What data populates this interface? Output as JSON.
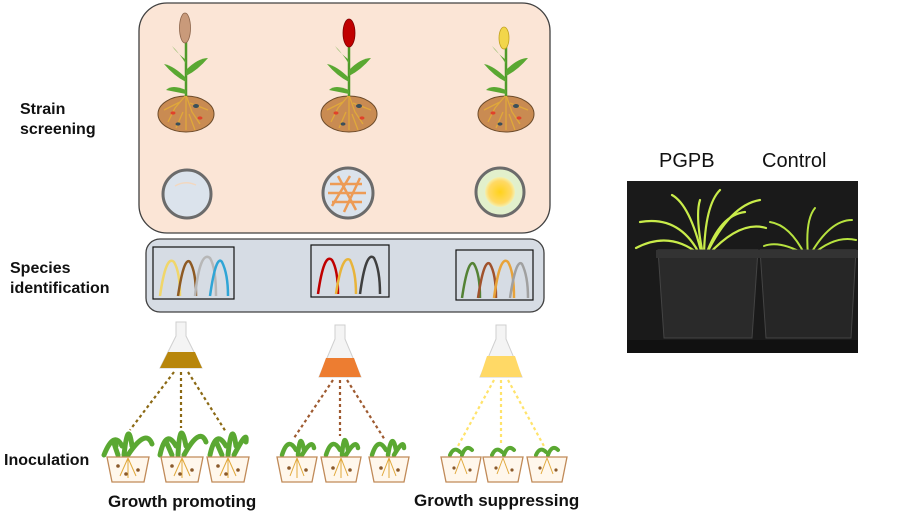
{
  "labels": {
    "strain_screening": [
      "Strain",
      "screening"
    ],
    "species_identification": [
      "Species",
      "identification"
    ],
    "inoculation": "Inoculation"
  },
  "captions": {
    "promoting": "Growth promoting",
    "suppressing": "Growth suppressing"
  },
  "photo": {
    "left_label": "PGPB",
    "right_label": "Control"
  },
  "colors": {
    "screening_panel_fill": "#fbe5d6",
    "identification_panel_fill": "#d6dce4",
    "soil": "#c98b52",
    "flask_olive": "#b8860b",
    "flask_orange": "#ed7d31",
    "flask_yellow": "#ffd966",
    "leaf_green": "#5aa832",
    "pot_fill": "#fff7ec",
    "pot_stroke": "#c08a58"
  },
  "strains": [
    {
      "panicle": "#c99a7a",
      "dish": "beige",
      "peaks": [
        "#f0d66a",
        "#8e5a24",
        "#b7b7b7",
        "#2fa5d6"
      ]
    },
    {
      "panicle": "#c00000",
      "dish": "orange-streaks",
      "peaks": [
        "#c00000",
        "#e8b43a",
        "#3f3f3f"
      ]
    },
    {
      "panicle": "#f2d64a",
      "dish": "yellow-colony",
      "peaks": [
        "#548235",
        "#a0522d",
        "#e8a33a",
        "#a0a0a0"
      ]
    }
  ]
}
